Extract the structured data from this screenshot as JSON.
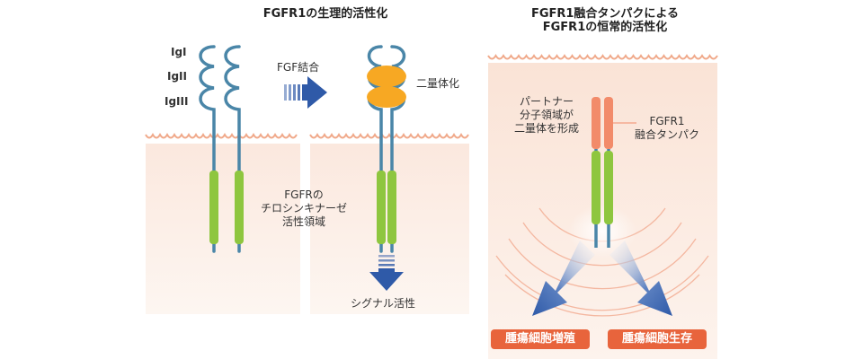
{
  "left_panel": {
    "title": "FGFR1の生理的活性化",
    "domain_labels": [
      "IgI",
      "IgII",
      "IgIII"
    ],
    "fgf_binding": "FGF結合",
    "dimerization": "二量体化",
    "kinase_domain": [
      "FGFRの",
      "チロシンキナーゼ",
      "活性領域"
    ],
    "signal": "シグナル活性"
  },
  "right_panel": {
    "title": [
      "FGFR1融合タンパクによる",
      "FGFR1の恒常的活性化"
    ],
    "partner": [
      "パートナー",
      "分子領域が",
      "二量体を形成"
    ],
    "fusion": [
      "FGFR1",
      "融合タンパク"
    ],
    "outcomes": [
      "腫瘍細胞増殖",
      "腫瘍細胞生存"
    ]
  },
  "colors": {
    "membrane_fill": "#fbeee7",
    "membrane_line": "#f0a98a",
    "receptor_stalk": "#4a86a8",
    "kinase": "#8ec63f",
    "fgf_ligand": "#f7a823",
    "arrow": "#2f5aa8",
    "partner": "#f28b6a",
    "badge": "#e8643c"
  }
}
